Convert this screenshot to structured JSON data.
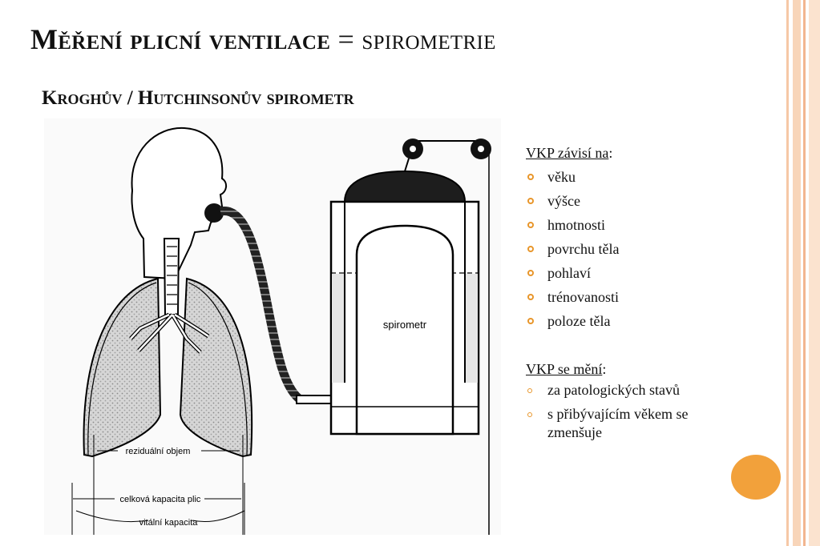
{
  "slide": {
    "title_bold": "Měření plicní ventilace",
    "title_rest": " = spirometrie",
    "subtitle": "Kroghův / Hutchinsonův spirometr"
  },
  "figure": {
    "spirometer_label": "spirometr",
    "residual_volume_label": "reziduální objem",
    "total_capacity_label": "celková kapacita plic",
    "vital_capacity_label": "vitální kapacita"
  },
  "panel": {
    "heading1": "VKP závisí na",
    "heading1_suffix": ":",
    "list1": [
      "věku",
      "výšce",
      "hmotnosti",
      "povrchu těla",
      "pohlaví",
      "trénovanosti",
      "poloze těla"
    ],
    "heading2": "VKP se mění",
    "heading2_suffix": ":",
    "list2": [
      "za patologických stavů",
      "s přibývajícím věkem se zmenšuje"
    ]
  },
  "colors": {
    "accent_orange": "#f2a13b",
    "bullet_orange": "#e8962b",
    "stripe_peach": "#f6c8a6"
  }
}
